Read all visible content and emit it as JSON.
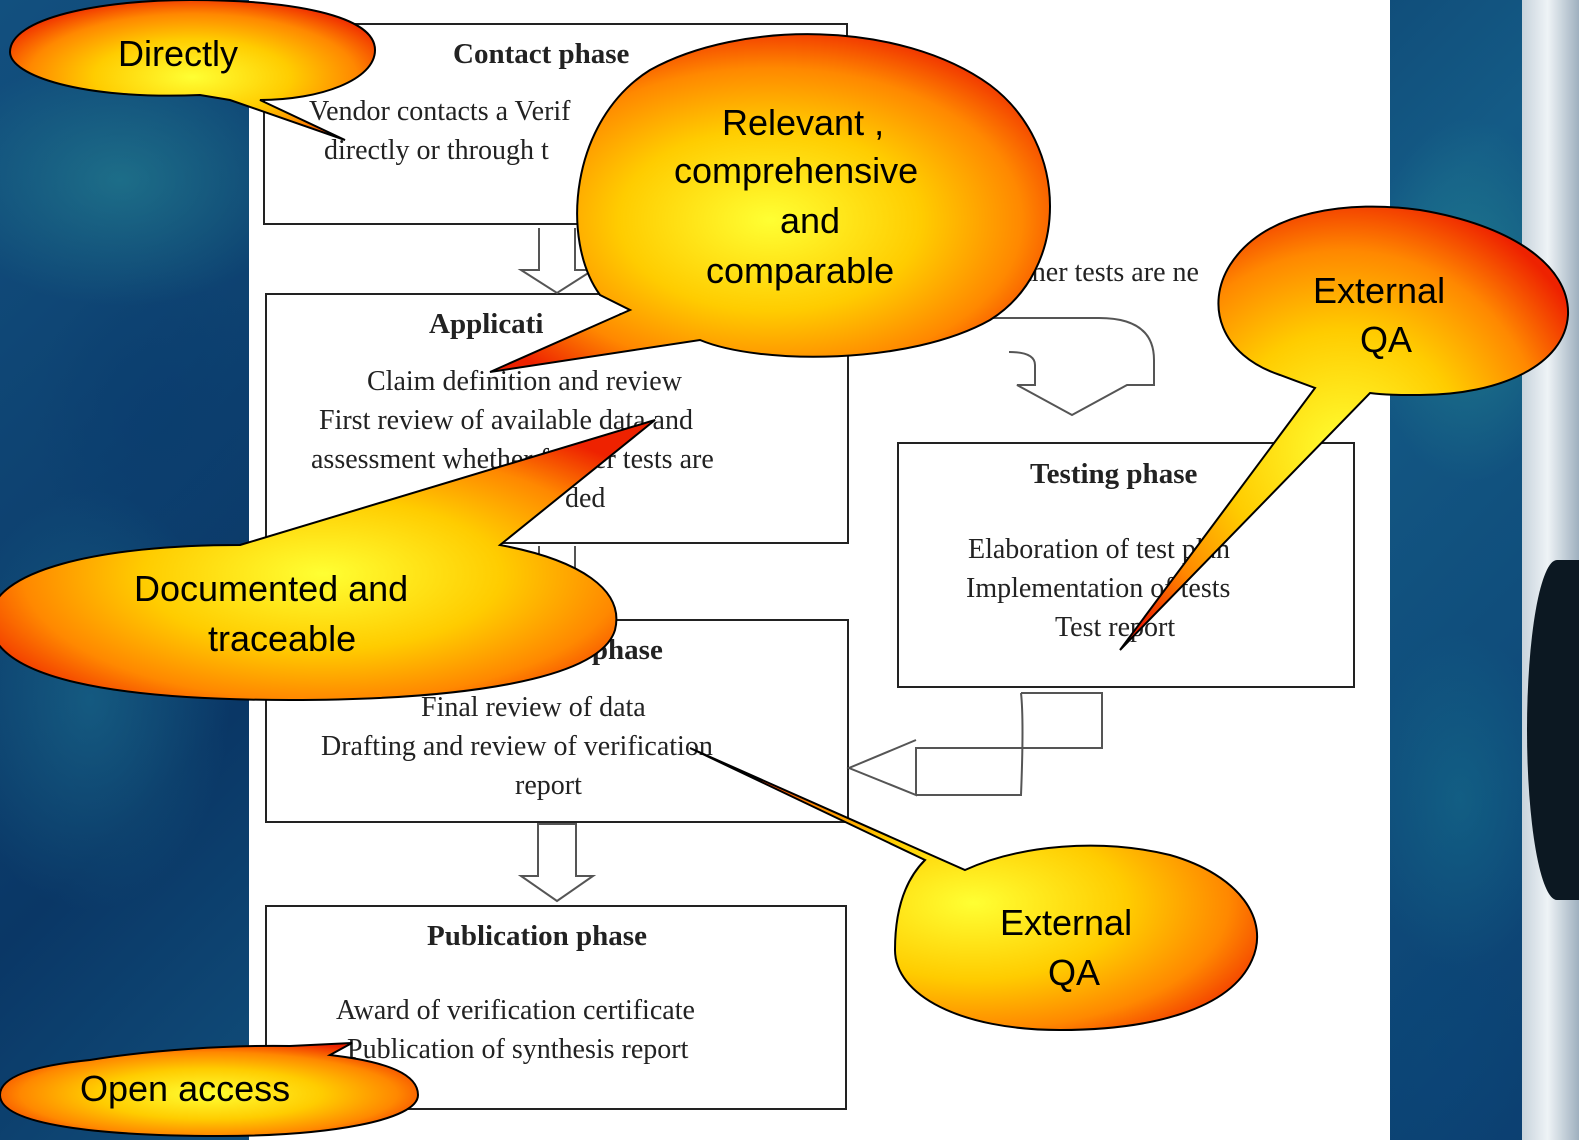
{
  "diagram": {
    "boxes": {
      "contact": {
        "title": "Contact phase",
        "line1": "Vendor contacts a Verif",
        "line2": "directly or through t"
      },
      "application": {
        "title": "Applicati",
        "title_tail": "hase",
        "line1": "Claim definition and review",
        "line2": "First review of available data and",
        "line3": "assessment whether further tests are",
        "line4": "ded"
      },
      "assessment": {
        "title": "t phase",
        "line1": "Final review of data",
        "line2": "Drafting and review of verification",
        "line3": "report"
      },
      "testing": {
        "title": "Testing phase",
        "line1": "Elaboration of test plan",
        "line2": "Implementation of tests",
        "line3": "Test report"
      },
      "publication": {
        "title": "Publication phase",
        "line1": "Award of verification certificate",
        "line2": "Publication of synthesis report"
      }
    },
    "branch_label": "ther tests are ne"
  },
  "callouts": {
    "directly": "Directly",
    "relevant_1": "Relevant ,",
    "relevant_2": "comprehensive",
    "relevant_3": "and",
    "relevant_4": "comparable",
    "external_qa_top_1": "External",
    "external_qa_top_2": "QA",
    "documented_1": "Documented and",
    "documented_2": "traceable",
    "external_qa_bottom_1": "External",
    "external_qa_bottom_2": "QA",
    "open_access": "Open access"
  },
  "colors": {
    "callout_center": "#ffff33",
    "callout_mid": "#ff9900",
    "callout_edge": "#ee2200",
    "box_border": "#222222",
    "page_background": "#ffffff"
  }
}
